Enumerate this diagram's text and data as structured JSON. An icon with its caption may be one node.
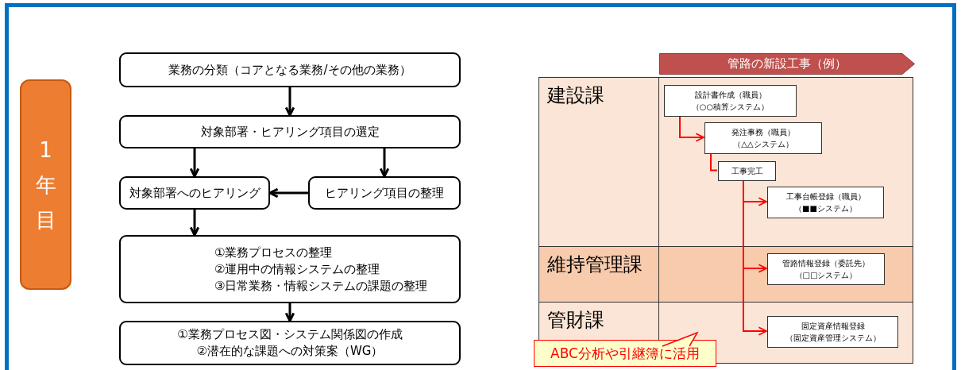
{
  "diagram": {
    "nodes": [
      {
        "text": [
          "1年目"
        ]
      },
      {
        "text": [
          "業務の分類（コアとなる業務/その他の業務）"
        ]
      },
      {
        "text": [
          "対象部署・ヒアリング項目の選定"
        ]
      },
      {
        "text": [
          "対象部署へのヒアリング"
        ]
      },
      {
        "text": [
          "ヒアリング項目の整理"
        ]
      },
      {
        "text": [
          "①業務プロセスの整理",
          "②運用中の情報システムの整理",
          "③日常業務・情報システムの課題の整理"
        ]
      },
      {
        "text": [
          "①業務プロセス図・システム関係図の作成",
          "②潜在的な課題への対策案（WG）"
        ]
      },
      {
        "text": [
          "管路の新設工事（例）"
        ]
      },
      {
        "text": [
          "建設課"
        ]
      },
      {
        "text": [
          "維持管理課"
        ]
      },
      {
        "text": [
          "管財課"
        ]
      },
      {
        "text": [
          "設計書作成（職員）",
          "（○○積算システム）"
        ],
        "in": 8
      },
      {
        "text": [
          "発注事務（職員）",
          "（△△システム）"
        ],
        "in": 8
      },
      {
        "text": [
          "工事完工"
        ],
        "in": 8
      },
      {
        "text": [
          "工事台帳登録（職員）",
          "（■■システム）"
        ],
        "in": 8
      },
      {
        "text": [
          "管路情報登録（委託先）",
          "（□□システム）"
        ],
        "in": 9
      },
      {
        "text": [
          "固定資産情報登録",
          "（固定資産管理システム）"
        ],
        "in": 10
      },
      {
        "text": [
          "ABC分析や引継簿に活用"
        ]
      }
    ],
    "edges": [
      {
        "from": 1,
        "to": 2,
        "arrow": "to"
      },
      {
        "from": 2,
        "to": 3,
        "arrow": "to"
      },
      {
        "from": 2,
        "to": 4,
        "arrow": "to"
      },
      {
        "from": 4,
        "to": 3,
        "arrow": "to"
      },
      {
        "from": 3,
        "to": 5,
        "arrow": "to"
      },
      {
        "from": 5,
        "to": 6,
        "arrow": "to"
      },
      {
        "from": 11,
        "to": 12,
        "arrow": "to",
        "color": "#ff0000"
      },
      {
        "from": 12,
        "to": 13,
        "arrow": "none",
        "color": "#ff0000"
      },
      {
        "from": 13,
        "to": 14,
        "arrow": "to",
        "color": "#ff0000"
      },
      {
        "from": 13,
        "to": 15,
        "arrow": "to",
        "color": "#ff0000"
      },
      {
        "from": 13,
        "to": 16,
        "arrow": "to",
        "color": "#ff0000"
      }
    ]
  }
}
